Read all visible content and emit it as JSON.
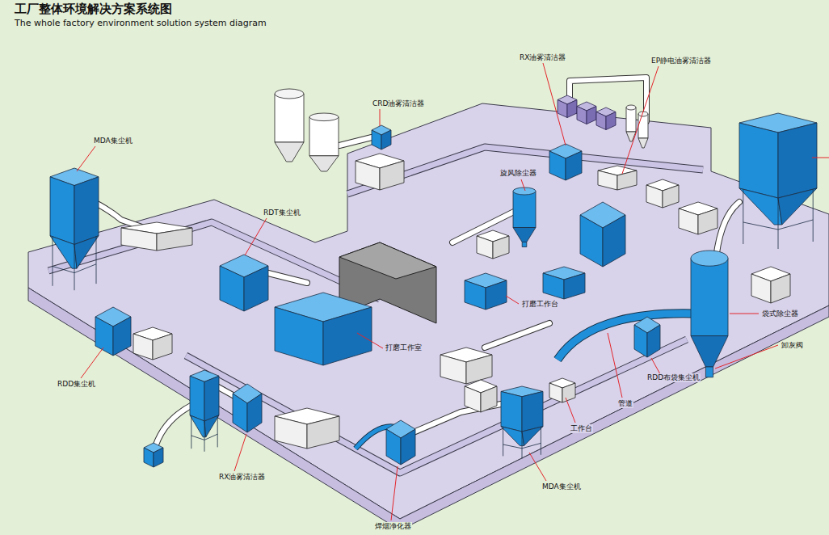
{
  "diagram": {
    "title": "工厂整体环境解决方案系统图",
    "caption": "The whole factory environment solution system diagram",
    "labels": [
      "RX油雾清洁器",
      "EP静电油雾清洁器",
      "CRD油雾清洁器",
      "MDA集尘机",
      "旋风除尘器",
      "RDT集尘机",
      "打磨工作台",
      "打磨工作室",
      "袋式除尘器",
      "卸灰阀",
      "RDD集尘机",
      "RDD布袋集尘机",
      "管道",
      "工作台",
      "RX油雾清洁器",
      "MDA集尘机",
      "焊烟净化器"
    ]
  }
}
